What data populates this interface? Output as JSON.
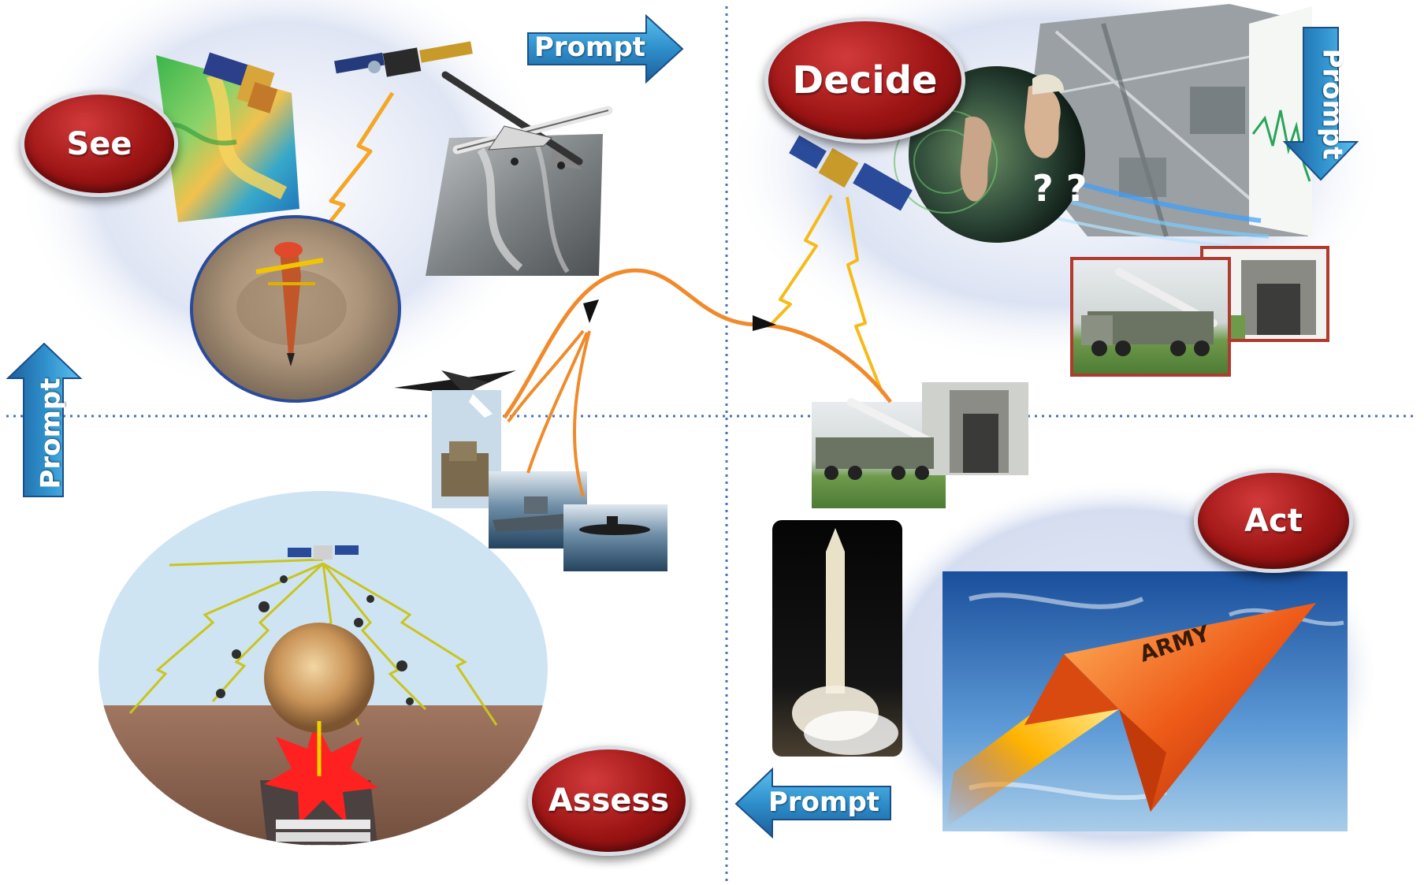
{
  "stages": {
    "see": "See",
    "decide": "Decide",
    "act": "Act",
    "assess": "Assess"
  },
  "arrows": {
    "top": "Prompt",
    "right": "Prompt",
    "bottom": "Prompt",
    "left": "Prompt"
  },
  "illustration_text": {
    "question_marks": "? ?"
  },
  "colors": {
    "stage_oval": "#9c1414",
    "prompt_arrow": "#2a8fc9",
    "divider": "#4a72b8",
    "trajectory": "#f08a2a",
    "lightning": "#f5b400",
    "quadrant_glow": "#c9d3ea"
  }
}
